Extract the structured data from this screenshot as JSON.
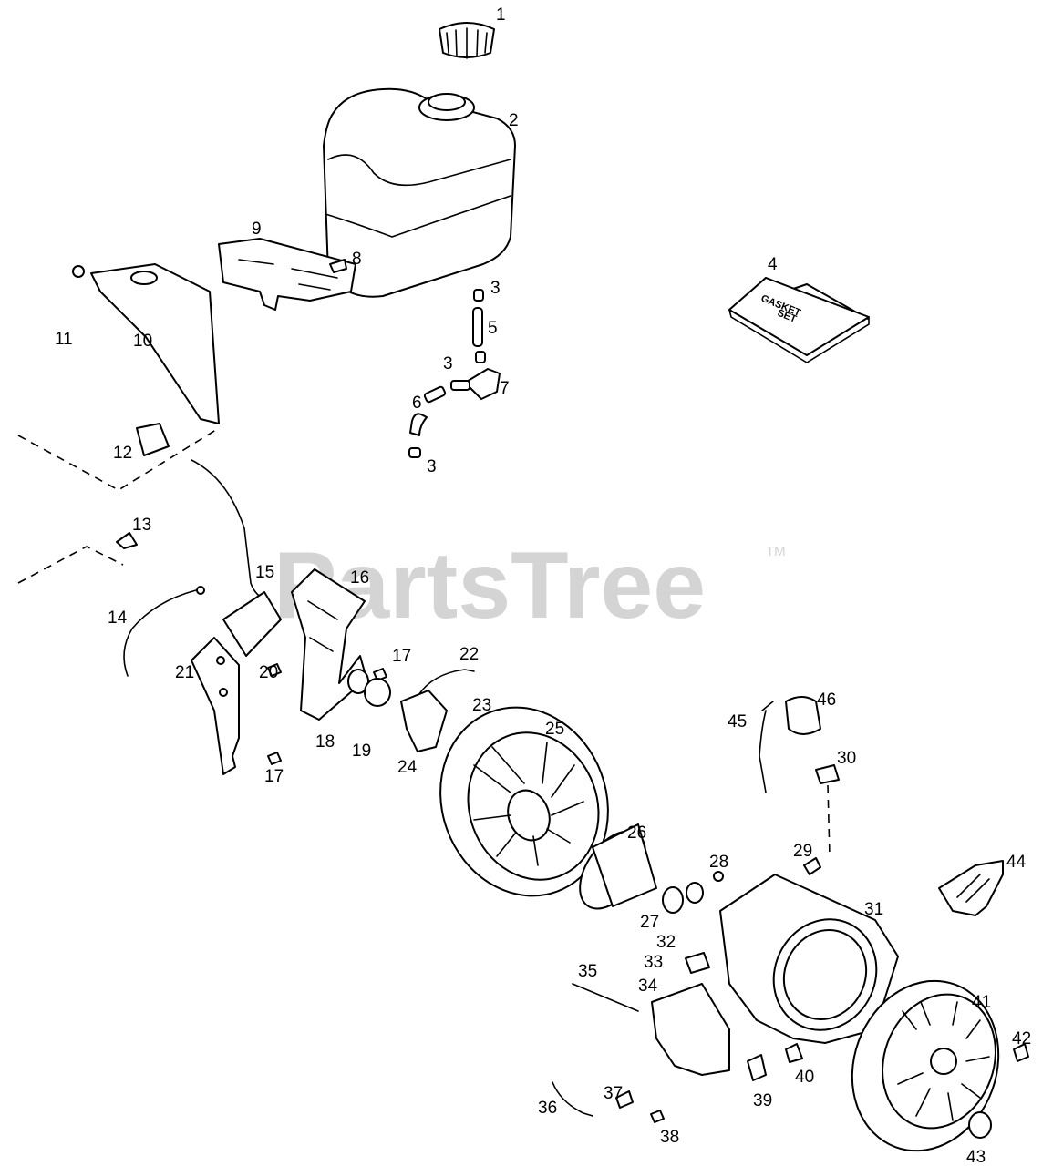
{
  "watermark": {
    "brand": "PartsTree",
    "trademark": "TM"
  },
  "gasket_set": {
    "line1": "GASKET",
    "line2": "SET"
  },
  "callouts": [
    {
      "id": "c1",
      "label": "1"
    },
    {
      "id": "c2",
      "label": "2"
    },
    {
      "id": "c3a",
      "label": "3"
    },
    {
      "id": "c3b",
      "label": "3"
    },
    {
      "id": "c3c",
      "label": "3"
    },
    {
      "id": "c4",
      "label": "4"
    },
    {
      "id": "c5",
      "label": "5"
    },
    {
      "id": "c6",
      "label": "6"
    },
    {
      "id": "c7",
      "label": "7"
    },
    {
      "id": "c8",
      "label": "8"
    },
    {
      "id": "c9",
      "label": "9"
    },
    {
      "id": "c10",
      "label": "10"
    },
    {
      "id": "c11",
      "label": "11"
    },
    {
      "id": "c12",
      "label": "12"
    },
    {
      "id": "c13",
      "label": "13"
    },
    {
      "id": "c14",
      "label": "14"
    },
    {
      "id": "c15",
      "label": "15"
    },
    {
      "id": "c16",
      "label": "16"
    },
    {
      "id": "c17a",
      "label": "17"
    },
    {
      "id": "c17b",
      "label": "17"
    },
    {
      "id": "c18",
      "label": "18"
    },
    {
      "id": "c19",
      "label": "19"
    },
    {
      "id": "c20",
      "label": "20"
    },
    {
      "id": "c21",
      "label": "21"
    },
    {
      "id": "c22",
      "label": "22"
    },
    {
      "id": "c23",
      "label": "23"
    },
    {
      "id": "c24",
      "label": "24"
    },
    {
      "id": "c25",
      "label": "25"
    },
    {
      "id": "c26",
      "label": "26"
    },
    {
      "id": "c27",
      "label": "27"
    },
    {
      "id": "c28",
      "label": "28"
    },
    {
      "id": "c29",
      "label": "29"
    },
    {
      "id": "c30",
      "label": "30"
    },
    {
      "id": "c31",
      "label": "31"
    },
    {
      "id": "c32",
      "label": "32"
    },
    {
      "id": "c33",
      "label": "33"
    },
    {
      "id": "c34",
      "label": "34"
    },
    {
      "id": "c35",
      "label": "35"
    },
    {
      "id": "c36",
      "label": "36"
    },
    {
      "id": "c37",
      "label": "37"
    },
    {
      "id": "c38",
      "label": "38"
    },
    {
      "id": "c39",
      "label": "39"
    },
    {
      "id": "c40",
      "label": "40"
    },
    {
      "id": "c41",
      "label": "41"
    },
    {
      "id": "c42",
      "label": "42"
    },
    {
      "id": "c43",
      "label": "43"
    },
    {
      "id": "c44",
      "label": "44"
    },
    {
      "id": "c45",
      "label": "45"
    },
    {
      "id": "c46",
      "label": "46"
    }
  ]
}
